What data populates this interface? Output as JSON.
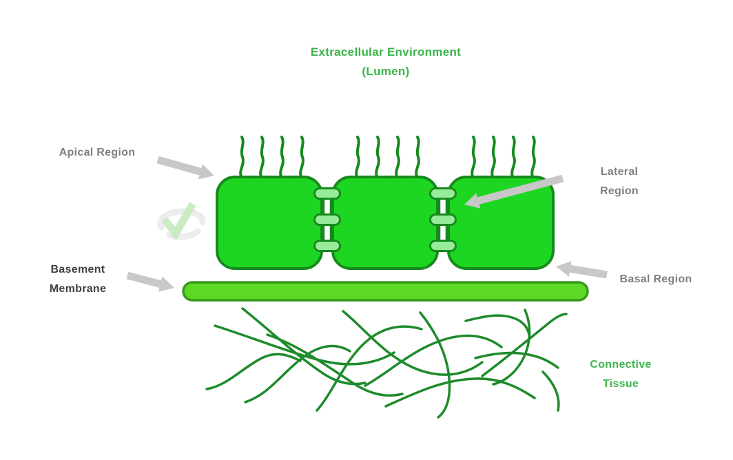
{
  "diagram": {
    "title_line1": "Extracellular Environment",
    "title_line2": "(Lumen)",
    "labels": {
      "apical": "Apical Region",
      "lateral_line1": "Lateral",
      "lateral_line2": "Region",
      "basement_line1": "Basement",
      "basement_line2": "Membrane",
      "basal": "Basal Region",
      "connective_line1": "Connective",
      "connective_line2": "Tissue"
    },
    "colors": {
      "cell_fill": "#1dd621",
      "cell_stroke": "#168a1e",
      "junction_fill": "#97ec9a",
      "membrane_fill": "#5cd926",
      "membrane_stroke": "#38991d",
      "fiber": "#1e8b2b",
      "arrow": "#c8c8c8",
      "label_gray": "#7f7f7f",
      "label_dark": "#3f3f3f",
      "label_green": "#3bb54a"
    }
  }
}
